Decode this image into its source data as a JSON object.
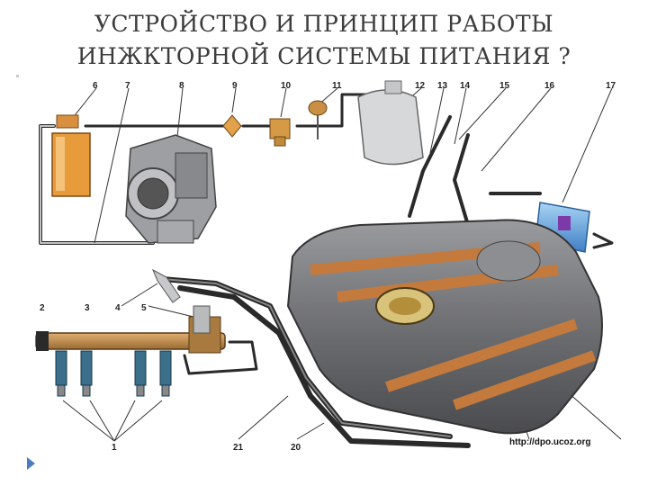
{
  "title": {
    "line1": "УСТРОЙСТВО И ПРИНЦИП РАБОТЫ",
    "line2": "ИНЖКТОРНОЙ СИСТЕМЫ ПИТАНИЯ ?"
  },
  "diagram": {
    "callouts": [
      "1",
      "2",
      "3",
      "4",
      "5",
      "6",
      "7",
      "8",
      "9",
      "10",
      "11",
      "12",
      "13",
      "14",
      "15",
      "16",
      "17",
      "20",
      "21"
    ],
    "watermark": "http://dpo.ucoz.org"
  },
  "colors": {
    "title": "#3c3c3c",
    "tank": "#6f7073",
    "strap": "#c47a3d",
    "filter": "#e79b3b",
    "pump_blue": "#6aa7e0",
    "nav_arrow": "#4a7cc2"
  },
  "icons": {
    "nav": "play-triangle-icon"
  }
}
